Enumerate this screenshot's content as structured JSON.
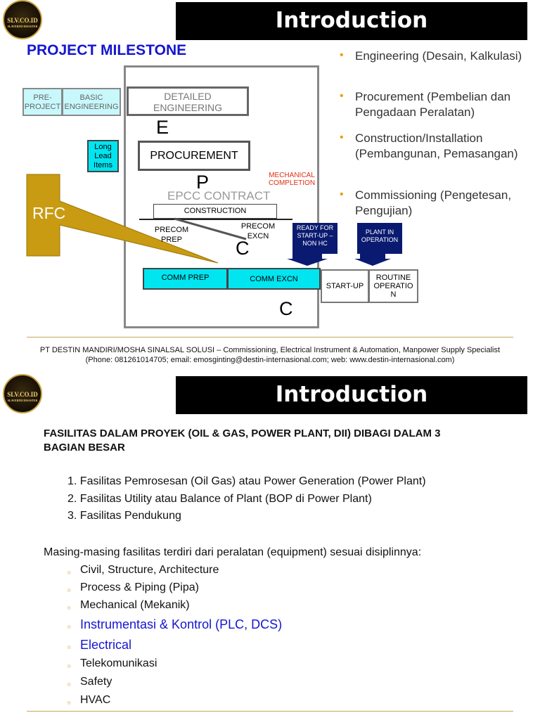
{
  "slide1": {
    "logo": {
      "text": "SLV.CO.ID",
      "tagline": "SLAVERINI DISASTER"
    },
    "title": "Introduction",
    "subtitle": "PROJECT MILESTONE",
    "diagram": {
      "pre_project": "PRE-PROJECT",
      "basic_engineering": "BASIC ENGINEERING",
      "detailed_engineering": "DETAILED ENGINEERING",
      "letter_e": "E",
      "long_lead": "Long Lead Items",
      "procurement": "PROCUREMENT",
      "letter_p": "P",
      "mechanical_completion": "MECHANICAL COMPLETION",
      "epcc": "EPCC CONTRACT",
      "construction": "CONSTRUCTION",
      "precom_prep": "PRECOM PREP",
      "precom_excn": "PRECOM EXCN",
      "letter_c1": "C",
      "rfc": "RFC",
      "ready_startup": "READY FOR START-UP – NON HC",
      "plant_operation": "PLANT IN OPERATION",
      "comm_prep": "COMM PREP",
      "comm_excn": "COMM EXCN",
      "startup": "START-UP",
      "routine_operation": "ROUTINE OPERATIO N",
      "letter_c2": "C"
    },
    "bullets": [
      "Engineering (Desain, Kalkulasi)",
      "Procurement (Pembelian dan Pengadaan Peralatan)",
      "Construction/Installation (Pembangunan, Pemasangan)",
      "Commissioning (Pengetesan, Pengujian)"
    ],
    "footer_line1": "PT DESTIN MANDIRI/MOSHA SINALSAL SOLUSI – Commissioning, Electrical Instrument & Automation, Manpower Supply Specialist",
    "footer_line2": "(Phone: 081261014705; email: emosginting@destin-internasional.com;  web: www.destin-internasional.com)"
  },
  "slide2": {
    "title": "Introduction",
    "heading_line1": "FASILITAS DALAM PROYEK (OIL & GAS, POWER PLANT, DII) DIBAGI DALAM 3",
    "heading_line2": "BAGIAN BESAR",
    "numbered": [
      "1. Fasilitas Pemrosesan (Oil Gas) atau Power Generation (Power Plant)",
      "2. Fasilitas Utility atau Balance of Plant (BOP di Power Plant)",
      "3. Fasilitas Pendukung"
    ],
    "intro": "Masing-masing fasilitas terdiri dari peralatan (equipment) sesuai disiplinnya:",
    "disciplines": [
      "Civil, Structure, Architecture",
      "Process & Piping (Pipa)",
      "Mechanical  (Mekanik)",
      "Instrumentasi & Kontrol (PLC, DCS)",
      "Electrical",
      "Telekomunikasi",
      "Safety",
      "HVAC"
    ],
    "bullet_char": "n"
  },
  "colors": {
    "accent_blue": "#1515d0",
    "cyan": "#00e5f0",
    "navy": "#0a1a70",
    "gold": "#c89b12",
    "bullet_gold": "#e8a200"
  }
}
